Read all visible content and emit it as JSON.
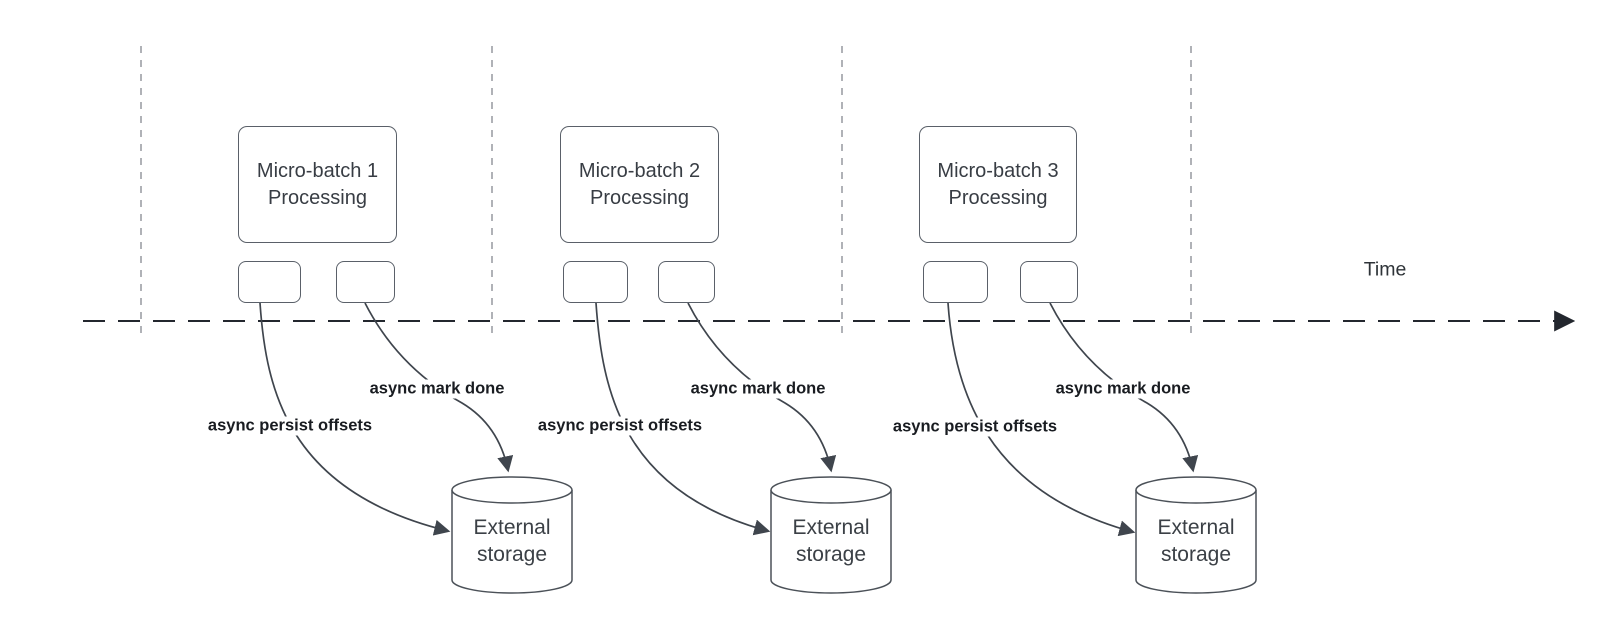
{
  "diagram": {
    "time_axis": {
      "label": "Time"
    },
    "batches": [
      {
        "title_line1": "Micro-batch 1",
        "title_line2": "Processing",
        "persist_label": "async persist offsets",
        "mark_done_label": "async mark done",
        "storage_line1": "External",
        "storage_line2": "storage"
      },
      {
        "title_line1": "Micro-batch 2",
        "title_line2": "Processing",
        "persist_label": "async persist offsets",
        "mark_done_label": "async mark done",
        "storage_line1": "External",
        "storage_line2": "storage"
      },
      {
        "title_line1": "Micro-batch 3",
        "title_line2": "Processing",
        "persist_label": "async persist offsets",
        "mark_done_label": "async mark done",
        "storage_line1": "External",
        "storage_line2": "storage"
      }
    ],
    "colors": {
      "connector": "#3f454d",
      "shape_border": "#5a6069",
      "timeline": "#23272e",
      "guide_line": "#95999f",
      "label_text": "#191c21",
      "shape_text": "#383d44"
    }
  }
}
